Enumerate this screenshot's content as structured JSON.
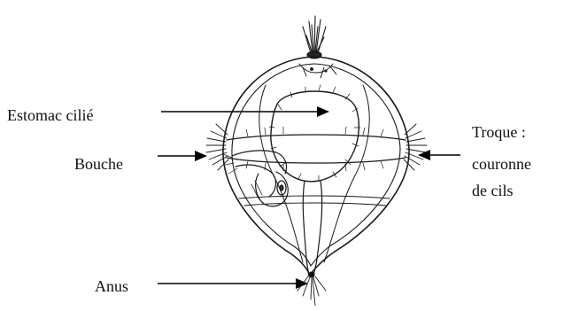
{
  "labels": {
    "estomac": "Estomac cilié",
    "bouche": "Bouche",
    "anus": "Anus",
    "troque_1": "Troque :",
    "troque_2": "couronne",
    "troque_3": "de cils"
  }
}
